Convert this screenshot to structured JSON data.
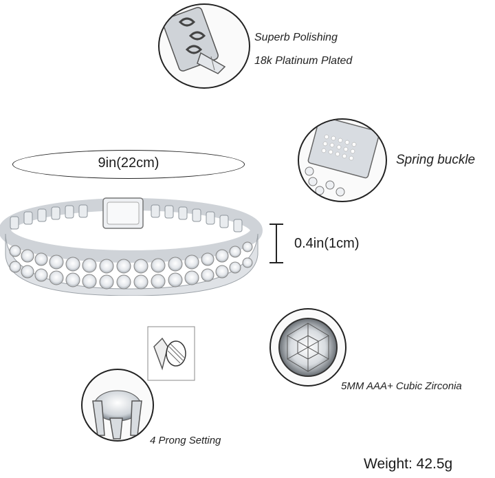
{
  "features": {
    "polishing": "Superb Polishing",
    "plating": "18k Platinum Plated",
    "buckle": "Spring buckle",
    "zirconia": "5MM AAA+ Cubic Zirconia",
    "prong": "4 Prong Setting"
  },
  "dimensions": {
    "length": "9in(22cm)",
    "width": "0.4in(1cm)"
  },
  "weight": "Weight: 42.5g",
  "colors": {
    "metal": "#d9dde2",
    "outline": "#222222",
    "stone": "#f2f4f7"
  },
  "icons": [
    "clasp-closeup",
    "buckle-closeup",
    "cubic-zirconia-stone",
    "prong-setting-closeup",
    "bracelet-product"
  ]
}
